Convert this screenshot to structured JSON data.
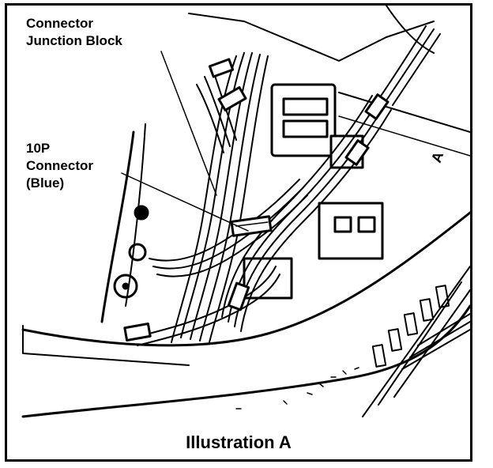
{
  "figure": {
    "caption": "Illustration A",
    "callouts": {
      "connector_junction_block": [
        "Connector",
        "Junction Block"
      ],
      "ten_p_connector": [
        "10P",
        "Connector",
        "(Blue)"
      ]
    },
    "stamp_letter": "A"
  }
}
